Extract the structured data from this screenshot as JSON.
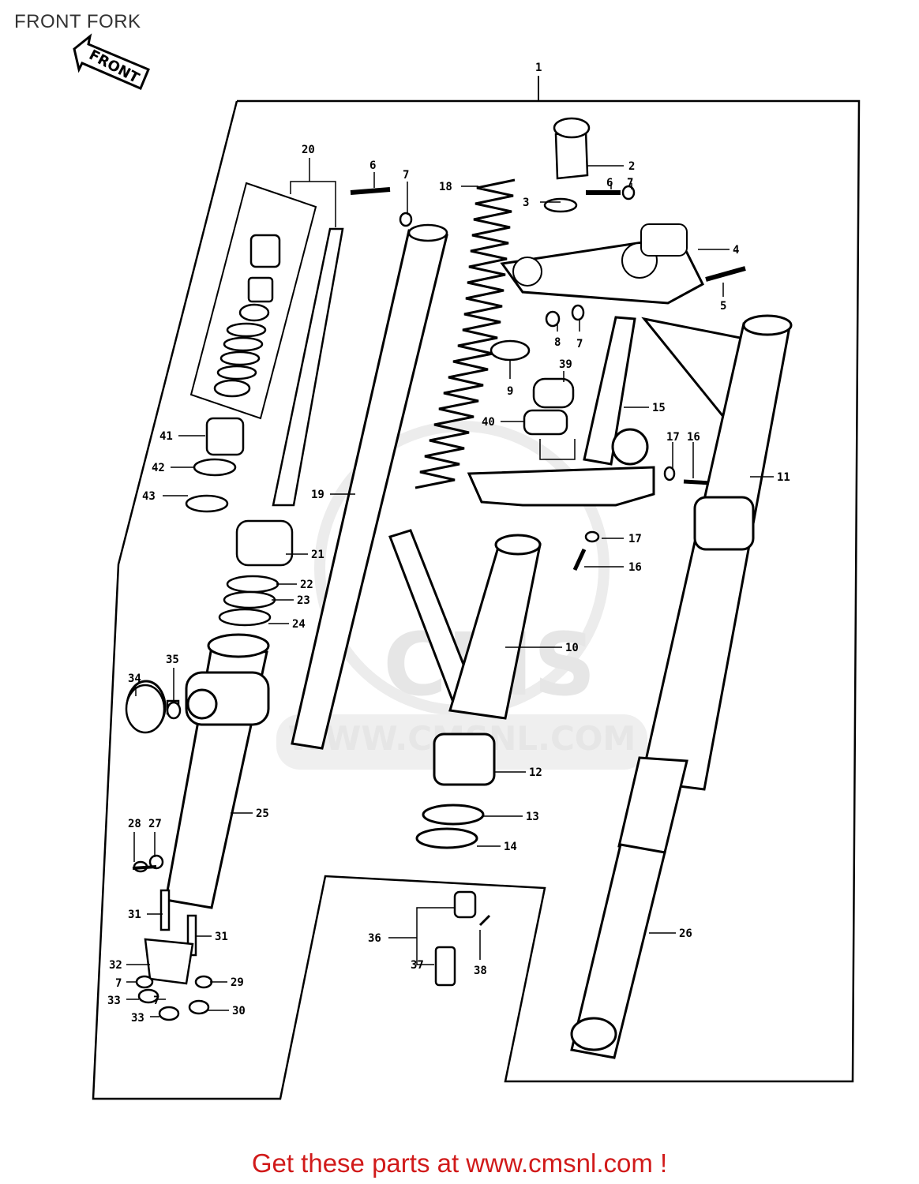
{
  "page": {
    "title": "FRONT FORK",
    "direction_label": "FRONT",
    "footer_link": "Get these parts at www.cmsnl.com !"
  },
  "watermark": {
    "logo_text": "CMS",
    "url_text": "WWW.CMSNL.COM"
  },
  "callouts": {
    "c1": "1",
    "c2": "2",
    "c3": "3",
    "c4": "4",
    "c5": "5",
    "c6a": "6",
    "c6b": "6",
    "c7a": "7",
    "c7b": "7",
    "c7c": "7",
    "c7d": "7",
    "c7e": "7",
    "c8": "8",
    "c9": "9",
    "c10": "10",
    "c11": "11",
    "c12": "12",
    "c13": "13",
    "c14": "14",
    "c15": "15",
    "c16a": "16",
    "c16b": "16",
    "c17a": "17",
    "c17b": "17",
    "c18": "18",
    "c19": "19",
    "c20": "20",
    "c21": "21",
    "c22": "22",
    "c23": "23",
    "c24": "24",
    "c25": "25",
    "c26": "26",
    "c27": "27",
    "c28": "28",
    "c29": "29",
    "c30": "30",
    "c31a": "31",
    "c31b": "31",
    "c32": "32",
    "c33a": "33",
    "c33b": "33",
    "c34": "34",
    "c35": "35",
    "c36": "36",
    "c37": "37",
    "c38": "38",
    "c39": "39",
    "c40": "40",
    "c41": "41",
    "c42": "42",
    "c43": "43"
  },
  "colors": {
    "footer": "#d11a1a",
    "title": "#333333",
    "watermark": "#e6e6e6"
  }
}
